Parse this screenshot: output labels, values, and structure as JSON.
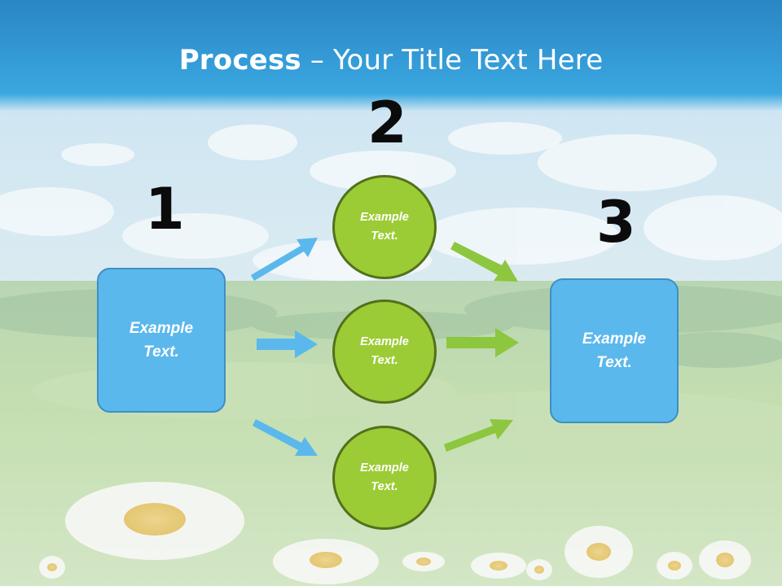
{
  "slide": {
    "title_bold": "Process",
    "title_rest": " – Your Title Text Here"
  },
  "steps": {
    "n1": "1",
    "n2": "2",
    "n3": "3"
  },
  "nodes": {
    "left_box": "Example Text.",
    "right_box": "Example Text.",
    "circle_top": "Example Text.",
    "circle_mid": "Example Text.",
    "circle_bottom": "Example Text."
  },
  "colors": {
    "sky_top": "#2a86c4",
    "box_fill": "#5ab8ec",
    "circle_fill": "#9bcc35",
    "blue_arrow": "#5ab8ec",
    "green_arrow": "#8dc63f"
  }
}
